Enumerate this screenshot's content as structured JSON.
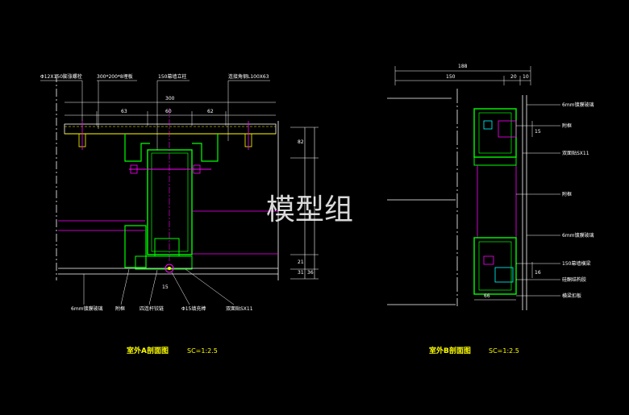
{
  "watermark": "模型组",
  "colors": {
    "background": "#000000",
    "green": "#00ff00",
    "cyan": "#00ffff",
    "magenta": "#ff00ff",
    "yellow": "#ffff00",
    "white": "#ffffff",
    "red": "#ff0000"
  },
  "section_a": {
    "title": "室外A剖面图",
    "scale": "SC=1:2.5",
    "top_labels": {
      "bolt": "Φ12X150膨涨螺栓",
      "plate": "300*200*8埋板",
      "mullion": "150幕墙立柱",
      "angle": "连接角钢L100X63"
    },
    "dims_top": {
      "total": "300",
      "left": "63",
      "middle": "60",
      "right": "62"
    },
    "dims_right": {
      "a": "82",
      "b": "21",
      "c": "31",
      "d": "36"
    },
    "bottom_labels": {
      "glass": "6mm镀膜玻璃",
      "frame": "附框",
      "hinge": "四连杆铰链",
      "seal": "Φ15填充棒",
      "tape": "双面贴SX11"
    },
    "small_dim": "15"
  },
  "section_b": {
    "title": "室外B剖面图",
    "scale": "SC=1:2.5",
    "dims_top": {
      "total": "188",
      "main": "150",
      "small_a": "20",
      "small_b": "10"
    },
    "dims_right": {
      "upper": "15",
      "lower": "16"
    },
    "dim_bottom": "66",
    "labels": {
      "glass_top": "6mm镀膜玻璃",
      "frame_top": "附框",
      "tape": "双面贴SX11",
      "frame_mid": "附框",
      "glass_mid": "6mm镀膜玻璃",
      "transom": "150幕墙横梁",
      "sealant": "硅酮结构胶",
      "insulation": "横梁扣板"
    }
  }
}
